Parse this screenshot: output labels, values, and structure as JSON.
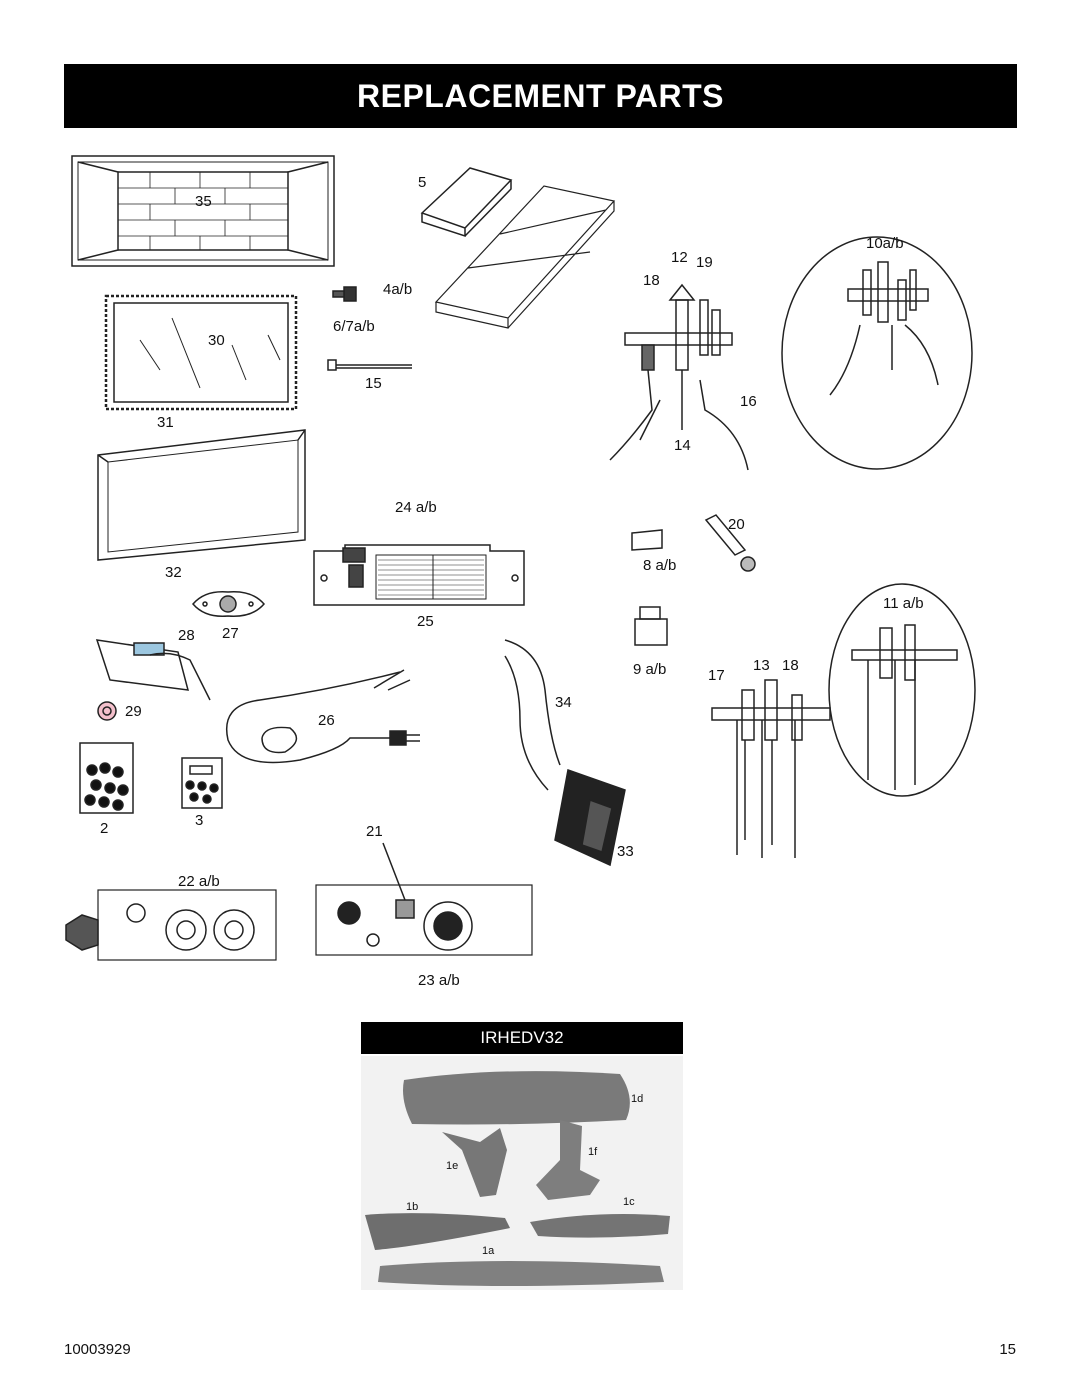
{
  "header": {
    "title": "REPLACEMENT PARTS"
  },
  "labels": {
    "p35": "35",
    "p5": "5",
    "p4": "4a/b",
    "p67": "6/7a/b",
    "p30": "30",
    "p15": "15",
    "p31": "31",
    "p12": "12",
    "p19": "19",
    "p18a": "18",
    "p10": "10a/b",
    "p16": "16",
    "p14": "14",
    "p24": "24 a/b",
    "p20": "20",
    "p8": "8 a/b",
    "p32": "32",
    "p25": "25",
    "p11": "11 a/b",
    "p28": "28",
    "p27": "27",
    "p9": "9 a/b",
    "p17": "17",
    "p13": "13",
    "p18b": "18",
    "p34": "34",
    "p29": "29",
    "p26": "26",
    "p2": "2",
    "p3": "3",
    "p21": "21",
    "p33": "33",
    "p22": "22 a/b",
    "p23": "23 a/b"
  },
  "logs": {
    "model": "IRHEDV32",
    "l1d": "1d",
    "l1e": "1e",
    "l1f": "1f",
    "l1b": "1b",
    "l1c": "1c",
    "l1a": "1a"
  },
  "footer": {
    "doc_number": "10003929",
    "page_number": "15"
  }
}
